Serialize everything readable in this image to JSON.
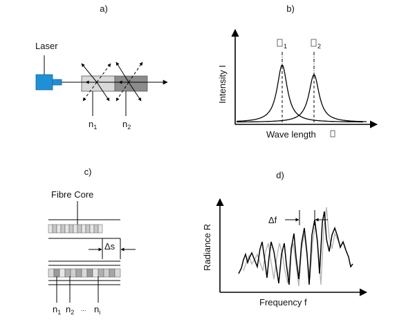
{
  "panels": {
    "a": {
      "label": "a)",
      "laser_label": "Laser",
      "n1_base": "n",
      "n1_sub": "1",
      "n2_base": "n",
      "n2_sub": "2",
      "colors": {
        "laser": "#1e90d8",
        "section1": "#d9d9d9",
        "section2": "#8c8c8c"
      }
    },
    "b": {
      "label": "b)",
      "y_axis_label": "Intensity I",
      "x_axis_label": "Wave length",
      "peak1_sub": "1",
      "peak2_sub": "2"
    },
    "c": {
      "label": "c)",
      "core_label": "Fibre Core",
      "delta_s": "Δs",
      "n1_base": "n",
      "n1_sub": "1",
      "n2_base": "n",
      "n2_sub": "2",
      "ellipsis": "...",
      "ni_base": "n",
      "ni_sub": "i"
    },
    "d": {
      "label": "d)",
      "y_axis_label": "Radiance R",
      "x_axis_label": "Frequency f",
      "delta_f": "Δf"
    }
  }
}
